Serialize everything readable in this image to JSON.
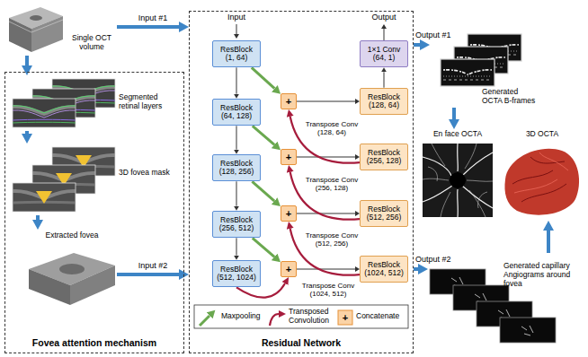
{
  "diagram": {
    "nodes": [
      {
        "text": [
          "Single OCT volume"
        ]
      },
      {
        "text": [
          "Fovea attention mechanism"
        ]
      },
      {
        "text": [
          "Segmented retinal layers"
        ],
        "in": 1
      },
      {
        "text": [
          "3D fovea mask"
        ],
        "in": 1
      },
      {
        "text": [
          "Extracted fovea"
        ],
        "in": 1
      },
      {
        "text": [
          "Residual Network"
        ]
      },
      {
        "text": [
          "ResBlock (1, 64)"
        ],
        "in": 5
      },
      {
        "text": [
          "ResBlock (64, 128)"
        ],
        "in": 5
      },
      {
        "text": [
          "ResBlock (128, 256)"
        ],
        "in": 5
      },
      {
        "text": [
          "ResBlock (256, 512)"
        ],
        "in": 5
      },
      {
        "text": [
          "ResBlock (512, 1024)"
        ],
        "in": 5
      },
      {
        "text": [
          "1×1 Conv (64, 1)"
        ],
        "in": 5
      },
      {
        "text": [
          "ResBlock (128, 64)"
        ],
        "in": 5
      },
      {
        "text": [
          "+"
        ],
        "in": 5
      },
      {
        "text": [
          "ResBlock (256, 128)"
        ],
        "in": 5
      },
      {
        "text": [
          "+"
        ],
        "in": 5
      },
      {
        "text": [
          "ResBlock (512, 256)"
        ],
        "in": 5
      },
      {
        "text": [
          "+"
        ],
        "in": 5
      },
      {
        "text": [
          "ResBlock (1024, 512)"
        ],
        "in": 5
      },
      {
        "text": [
          "+"
        ],
        "in": 5
      },
      {
        "text": [
          "Generated OCTA B-frames"
        ]
      },
      {
        "text": [
          "En face OCTA"
        ]
      },
      {
        "text": [
          "3D OCTA"
        ]
      },
      {
        "text": [
          "Generated capillary Angiograms around fovea"
        ]
      }
    ],
    "edges": [
      {
        "from": 0,
        "to": 2,
        "arrow": "to"
      },
      {
        "from": 2,
        "to": 3,
        "arrow": "to"
      },
      {
        "from": 3,
        "to": 4,
        "arrow": "to"
      },
      {
        "from": 0,
        "to": 5,
        "label": "Input #1",
        "arrow": "to"
      },
      {
        "from": 4,
        "to": 5,
        "label": "Input #2",
        "arrow": "to"
      },
      {
        "from": 6,
        "to": 7,
        "arrow": "to"
      },
      {
        "from": 7,
        "to": 8,
        "arrow": "to"
      },
      {
        "from": 8,
        "to": 9,
        "arrow": "to"
      },
      {
        "from": 9,
        "to": 10,
        "arrow": "to"
      },
      {
        "from": 6,
        "to": 13,
        "arrow": "to"
      },
      {
        "from": 7,
        "to": 15,
        "arrow": "to"
      },
      {
        "from": 8,
        "to": 17,
        "arrow": "to"
      },
      {
        "from": 9,
        "to": 19,
        "arrow": "to"
      },
      {
        "from": 10,
        "to": 19,
        "label": "Transpose Conv (1024, 512)",
        "arrow": "to"
      },
      {
        "from": 19,
        "to": 18,
        "arrow": "to"
      },
      {
        "from": 18,
        "to": 17,
        "label": "Transpose Conv (512, 256)",
        "arrow": "to"
      },
      {
        "from": 17,
        "to": 16,
        "arrow": "to"
      },
      {
        "from": 16,
        "to": 15,
        "label": "Transpose Conv (256, 128)",
        "arrow": "to"
      },
      {
        "from": 15,
        "to": 14,
        "arrow": "to"
      },
      {
        "from": 14,
        "to": 13,
        "label": "Transpose Conv (128, 64)",
        "arrow": "to"
      },
      {
        "from": 13,
        "to": 12,
        "arrow": "to"
      },
      {
        "from": 12,
        "to": 11,
        "arrow": "to"
      },
      {
        "from": 5,
        "to": 20,
        "label": "Output #1",
        "arrow": "to"
      },
      {
        "from": 5,
        "to": 23,
        "label": "Output #2",
        "arrow": "to"
      },
      {
        "from": 20,
        "to": 21,
        "arrow": "to"
      },
      {
        "from": 23,
        "to": 22,
        "arrow": "to"
      }
    ],
    "labels": [
      "Input",
      "Output",
      "+"
    ],
    "legend": [
      {
        "text": "Maxpooling"
      },
      {
        "text": "Transposed Convolution"
      },
      {
        "text": "Concatenate"
      }
    ]
  }
}
